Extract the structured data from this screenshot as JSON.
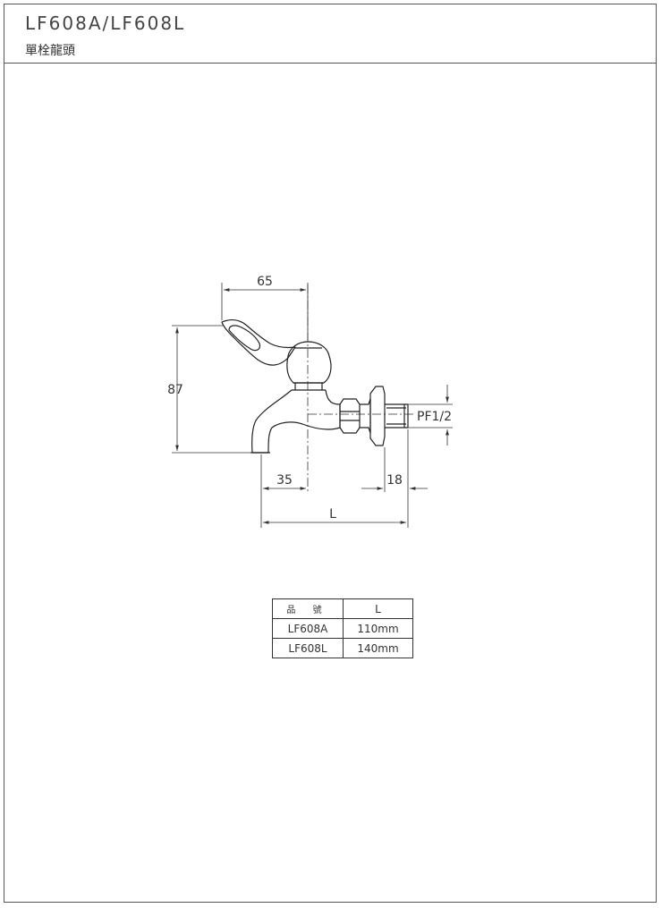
{
  "header": {
    "model_title": "LF608A/LF608L",
    "product_name": "單栓龍頭"
  },
  "drawing": {
    "dimensions": {
      "width_top": "65",
      "height_left": "87",
      "spout_offset": "35",
      "thread_length": "18",
      "overall_length": "L",
      "thread_spec": "PF1/2"
    }
  },
  "spec_table": {
    "headers": [
      "品 號",
      "L"
    ],
    "rows": [
      {
        "model": "LF608A",
        "length": "110mm"
      },
      {
        "model": "LF608L",
        "length": "140mm"
      }
    ]
  }
}
